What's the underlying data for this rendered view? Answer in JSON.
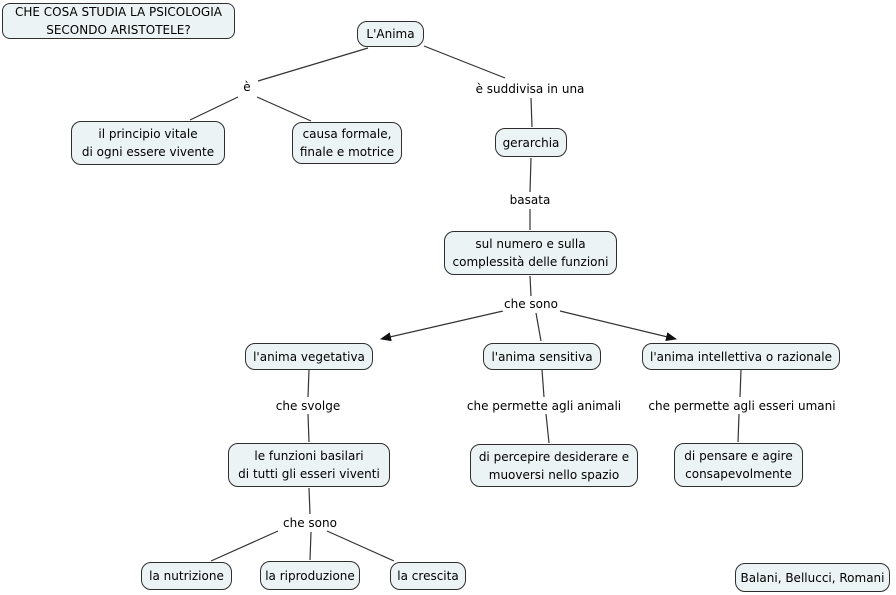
{
  "meta": {
    "diagram_type": "concept-map",
    "language": "it",
    "background_color": "#ffffff",
    "node_fill_color": "#ecf3f5",
    "node_border_color": "#2e2e2e",
    "line_color": "#333333",
    "text_color": "#000000"
  },
  "nodes": {
    "title": "CHE COSA STUDIA LA PSICOLOGIA\nSECONDO ARISTOTELE?",
    "anima": "L'Anima",
    "principio": "il principio vitale\ndi ogni essere vivente",
    "causa": "causa formale,\nfinale e motrice",
    "gerarchia": "gerarchia",
    "numero": "sul numero e sulla\ncomplessità delle funzioni",
    "vegetativa": "l'anima vegetativa",
    "sensitiva": "l'anima sensitiva",
    "intellettiva": "l'anima intellettiva o razionale",
    "funzioni": "le funzioni basilari\ndi tutti gli esseri viventi",
    "percepire": "di percepire desiderare e\nmuoversi nello spazio",
    "pensare": "di pensare e agire\nconsapevolmente",
    "nutrizione": "la nutrizione",
    "riproduzione": "la riproduzione",
    "crescita": "la crescita",
    "authors": "Balani, Bellucci, Romani"
  },
  "links": {
    "e": "è",
    "suddivisa": "è suddivisa in una",
    "basata": "basata",
    "che_sono_1": "che sono",
    "che_svolge": "che svolge",
    "permette_animali": "che permette agli animali",
    "permette_umani": "che permette agli esseri umani",
    "che_sono_2": "che sono"
  }
}
